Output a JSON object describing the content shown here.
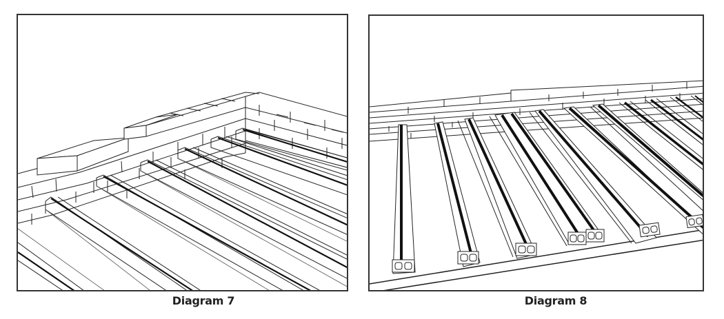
{
  "figure": {
    "panels": [
      {
        "id": "diagram-7",
        "caption": "Diagram 7",
        "description": "Perspective line drawing of a brick perimeter wall (L-shaped corner) with parallel decking joists laid on the floor inside the corner"
      },
      {
        "id": "diagram-8",
        "caption": "Diagram 8",
        "description": "Perspective line drawing of composite decking joists with hollow double-chamber profiles laid in parallel against a low brick wall, ends resting on a bearer edge"
      }
    ],
    "colors": {
      "background": "#ffffff",
      "frame": "#333333",
      "line": "#222222",
      "caption": "#222222"
    },
    "joist_counts": {
      "diagram-8-visible_profile_ends": 7
    }
  }
}
